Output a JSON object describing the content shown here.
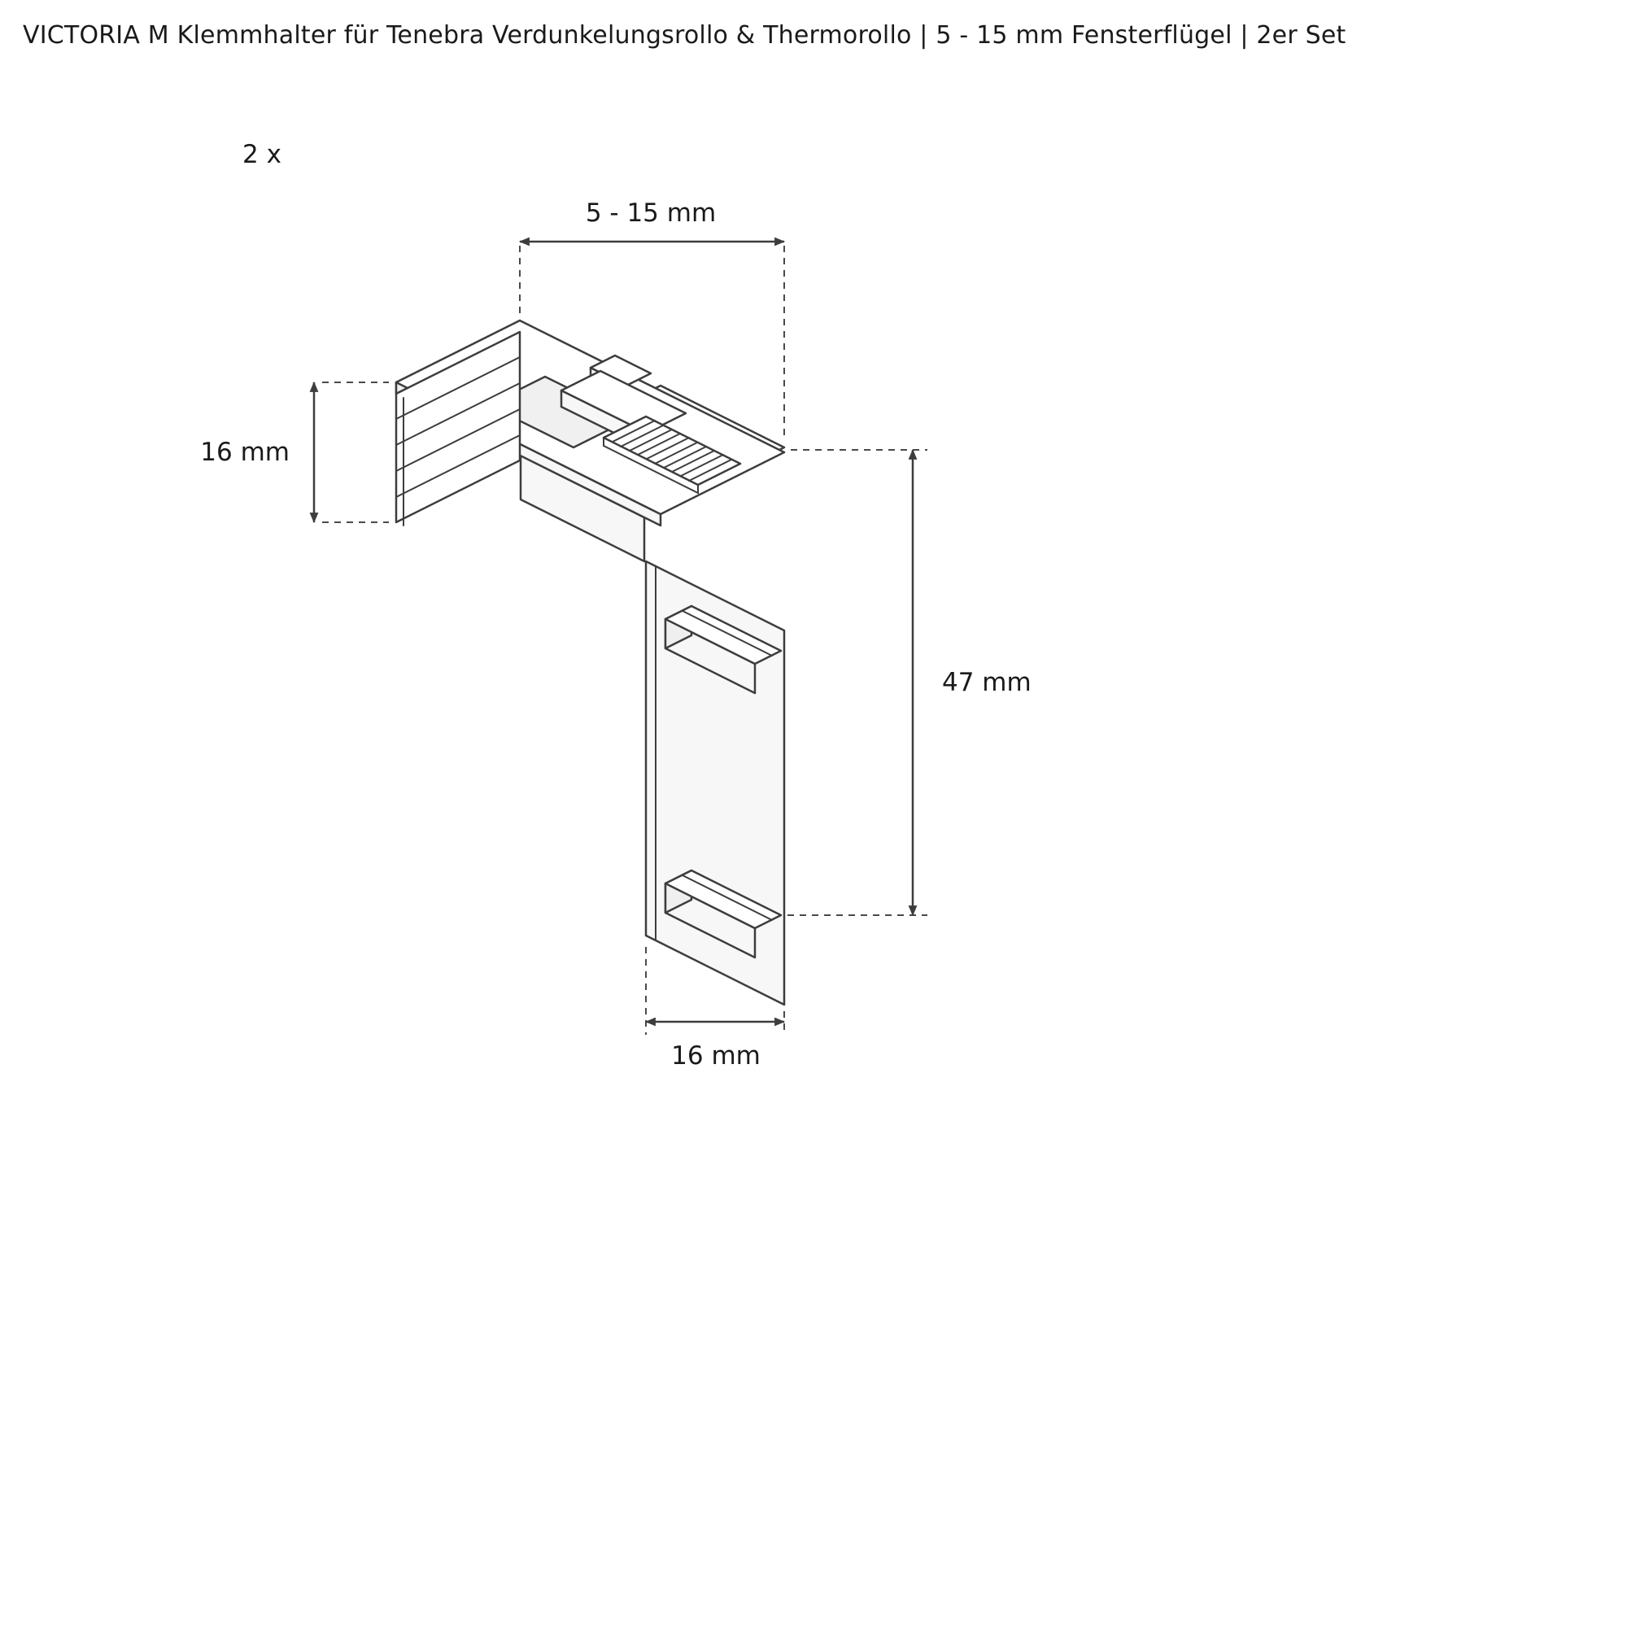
{
  "title": "VICTORIA M Klemmhalter für Tenebra Verdunkelungsrollo & Thermorollo | 5 - 15 mm Fensterflügel | 2er Set",
  "quantity_label": "2 x",
  "dimensions": {
    "opening_width": "5 - 15 mm",
    "jaw_height": "16 mm",
    "body_height": "47 mm",
    "body_depth": "16 mm"
  },
  "colors": {
    "background": "#ffffff",
    "line": "#3d3d3d",
    "text": "#1a1a1a"
  }
}
